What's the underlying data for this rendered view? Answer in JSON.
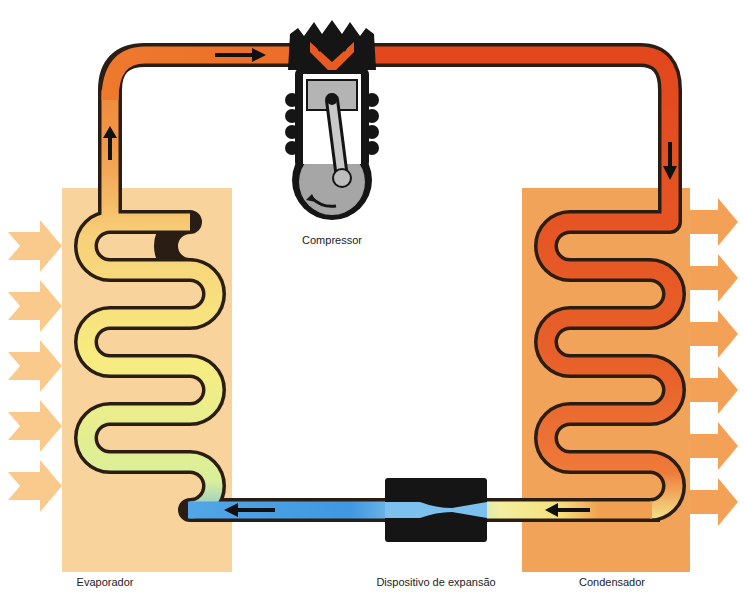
{
  "diagram": {
    "labels": [
      "Compressor",
      "Evaporador",
      "Dispositivo de expansão",
      "Condensador"
    ]
  }
}
